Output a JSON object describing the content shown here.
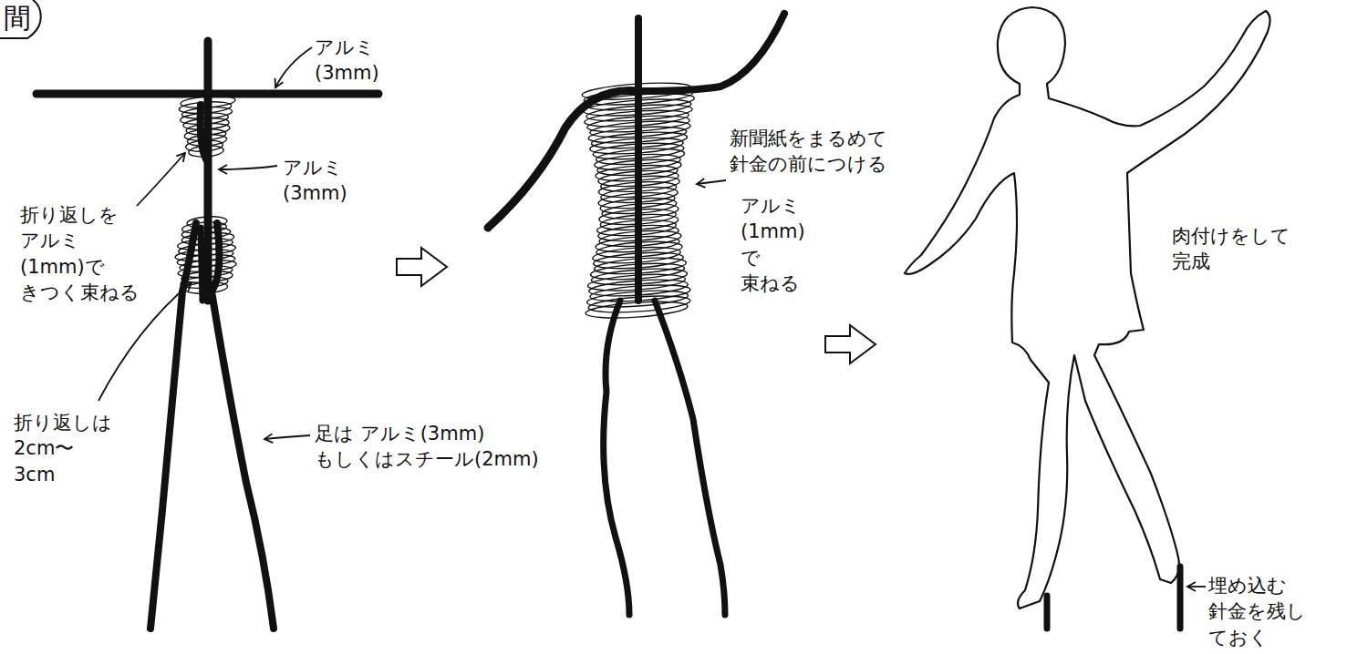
{
  "diagram": {
    "labels": [
      "間",
      "アルミ(3mm)",
      "アルミ(3mm)",
      "折り返しを アルミ(1mm)で きつく束ねる",
      "折り返しは 2cm〜3cm",
      "足は アルミ(3mm) もしくはスチール(2mm)",
      "新聞紙をまるめて 針金の前につける",
      "アルミ(1mm)で 束ねる",
      "肉付けをして 完成",
      "埋め込む 針金を残し ておく"
    ]
  }
}
